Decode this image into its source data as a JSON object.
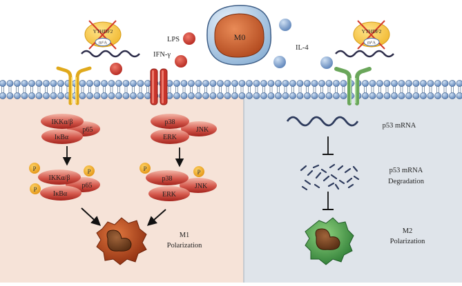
{
  "colors": {
    "membrane_head": "#5b82b8",
    "m1_panel": "#f6e3d8",
    "m2_panel": "#dfe4ea",
    "receptor_yellow": "#f2c230",
    "receptor_red": "#d23a2a",
    "receptor_green": "#7cb96a",
    "protein_red": "#c9413a",
    "phospho": "#f2a81e",
    "m1_cell": "#b8451c",
    "m2_cell": "#3f9c48",
    "m0_cell": "#cf6a3a"
  },
  "top": {
    "m0_label": "M0",
    "lps_label": "LPS",
    "ifn_label": "IFN-γ",
    "il4_label": "IL-4",
    "ythdf2_left": "YTHDF2",
    "m6a_left": "m⁶A",
    "ythdf2_right": "YTHDF2",
    "m6a_right": "m⁶A"
  },
  "m1": {
    "ikk": "IKKα/β",
    "p65": "p65",
    "ikba": "IκBα",
    "p38": "p38",
    "jnk": "JNK",
    "erk": "ERK",
    "ikk_p": "IKKα/β",
    "p65_p": "p65",
    "ikba_p": "IκBα",
    "p38_p": "p38",
    "jnk_p": "JNK",
    "erk_p": "ERK",
    "phospho": "P",
    "polarization": [
      "M1",
      "Polarization"
    ]
  },
  "m2": {
    "mrna_label": "p53 mRNA",
    "degradation": [
      "p53 mRNA",
      "Degradation"
    ],
    "polarization": [
      "M2",
      "Polarization"
    ]
  }
}
